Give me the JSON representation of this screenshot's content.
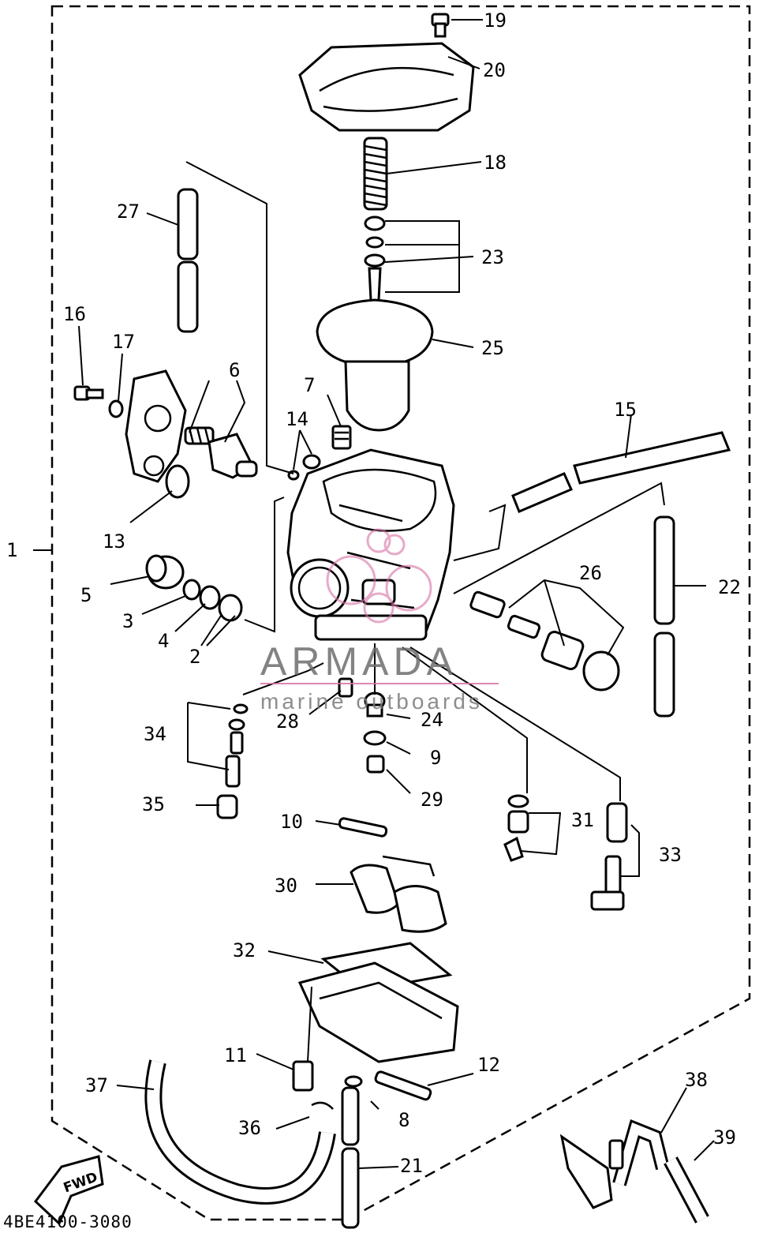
{
  "diagram": {
    "part_labels": [
      "1",
      "2",
      "3",
      "4",
      "5",
      "6",
      "7",
      "8",
      "9",
      "10",
      "11",
      "12",
      "13",
      "14",
      "15",
      "16",
      "17",
      "18",
      "19",
      "20",
      "21",
      "22",
      "23",
      "24",
      "25",
      "26",
      "27",
      "28",
      "29",
      "30",
      "31",
      "32",
      "33",
      "34",
      "35",
      "36",
      "37",
      "38",
      "39"
    ],
    "drawing_code": "4BE4100-3080",
    "fwd_marker": "FWD",
    "watermark": {
      "brand": "ARMADA",
      "tagline": "marine outboards",
      "logo_color": "#d873a6"
    }
  }
}
